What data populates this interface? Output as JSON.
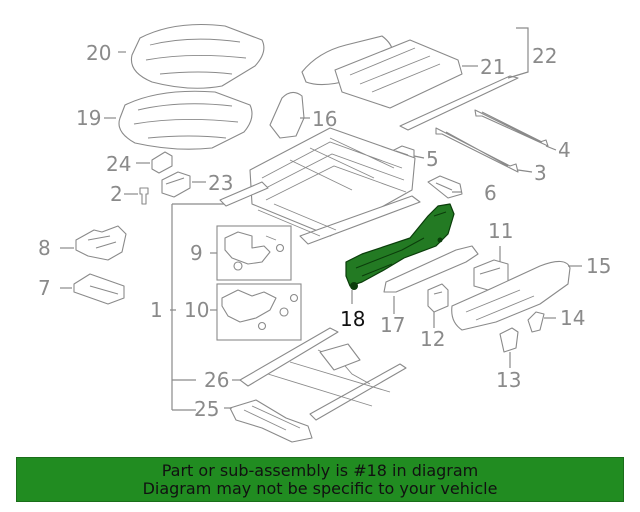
{
  "diagram": {
    "callouts": {
      "c1": "1",
      "c2": "2",
      "c3": "3",
      "c4": "4",
      "c5": "5",
      "c6": "6",
      "c7": "7",
      "c8": "8",
      "c9": "9",
      "c10": "10",
      "c11": "11",
      "c12": "12",
      "c13": "13",
      "c14": "14",
      "c15": "15",
      "c16": "16",
      "c17": "17",
      "c18": "18",
      "c19": "19",
      "c20": "20",
      "c21": "21",
      "c22": "22",
      "c23": "23",
      "c24": "24",
      "c25": "25",
      "c26": "26"
    },
    "highlighted_part": "18",
    "colors": {
      "line": "#8a8a8a",
      "highlight": "#237a23",
      "banner": "#218c21"
    }
  },
  "banner": {
    "line1": "Part or sub-assembly is #18 in diagram",
    "line2": "Diagram may not be specific to your vehicle"
  }
}
